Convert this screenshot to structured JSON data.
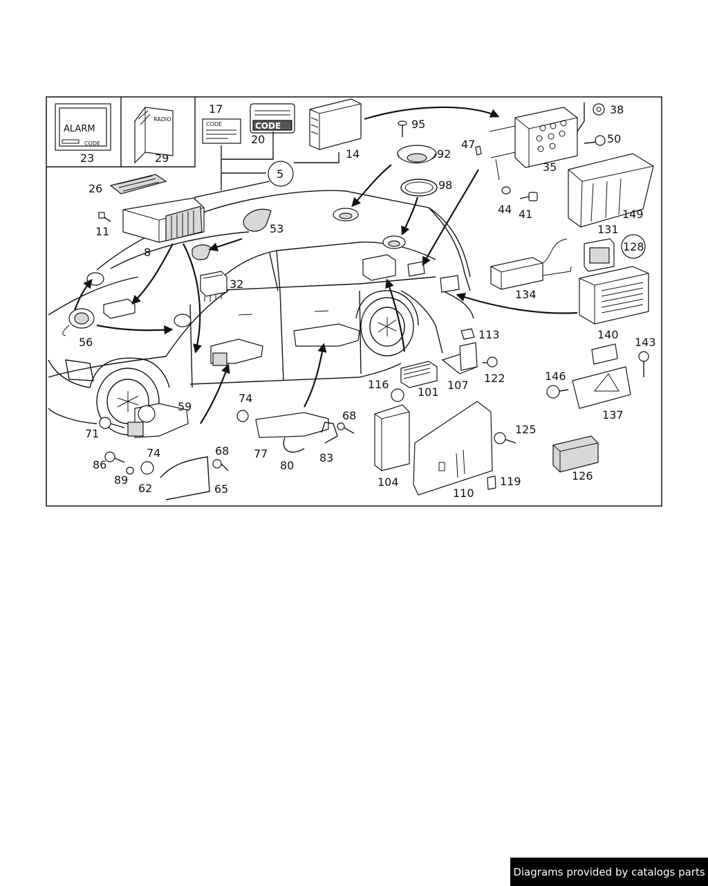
{
  "footer": {
    "credit": "Diagrams provided by catalogs parts"
  },
  "labels": {
    "alarm": "ALARM",
    "code_small": "CODE",
    "radio": "RADIO",
    "code_card": "CODE",
    "code_big": "CODE"
  },
  "callouts": {
    "p5": "5",
    "p8": "8",
    "p11": "11",
    "p14": "14",
    "p17": "17",
    "p20": "20",
    "p23": "23",
    "p26": "26",
    "p29": "29",
    "p32": "32",
    "p35": "35",
    "p38": "38",
    "p41": "41",
    "p44": "44",
    "p47": "47",
    "p50": "50",
    "p53": "53",
    "p56": "56",
    "p59": "59",
    "p62": "62",
    "p65": "65",
    "p68a": "68",
    "p68b": "68",
    "p71": "71",
    "p74a": "74",
    "p74b": "74",
    "p77": "77",
    "p80": "80",
    "p83": "83",
    "p86": "86",
    "p89": "89",
    "p92": "92",
    "p95": "95",
    "p98": "98",
    "p101": "101",
    "p104": "104",
    "p107": "107",
    "p110": "110",
    "p113": "113",
    "p116": "116",
    "p119": "119",
    "p122": "122",
    "p125": "125",
    "p126": "126",
    "p128": "128",
    "p131": "131",
    "p134": "134",
    "p137": "137",
    "p140": "140",
    "p143": "143",
    "p146": "146",
    "p149": "149"
  }
}
